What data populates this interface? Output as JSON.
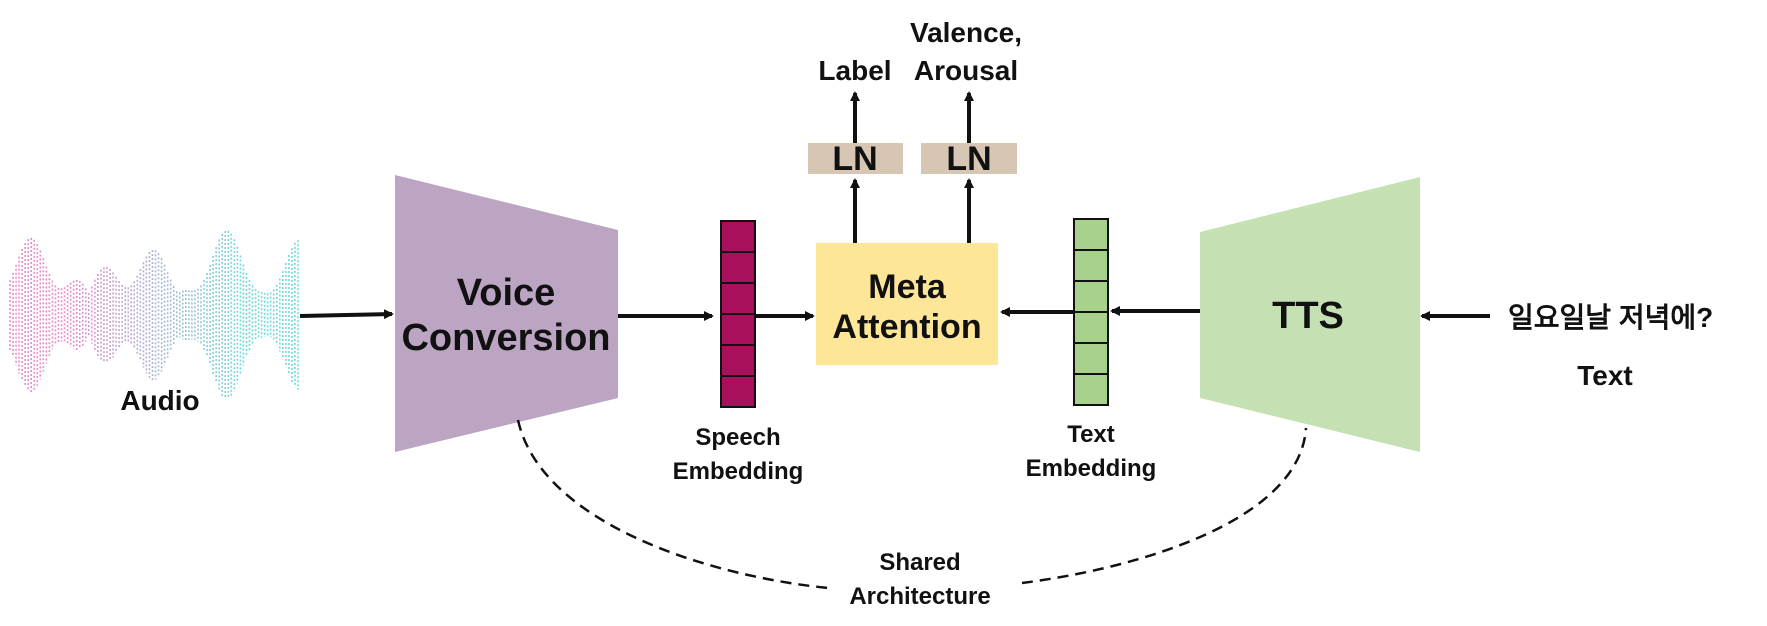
{
  "colors": {
    "voice_conversion": "#bba5c3",
    "tts": "#c5e1b4",
    "meta_attention": "#fee699",
    "ln": "#d8c6b5",
    "speech_embedding": "#a8105b",
    "text_embedding": "#a8d18c",
    "arrow": "#111111",
    "wave_pink": "#e070c0",
    "wave_cyan": "#50d0d0"
  },
  "labels": {
    "audio": "Audio",
    "voice_conversion_line1": "Voice",
    "voice_conversion_line2": "Conversion",
    "speech_embedding_line1": "Speech",
    "speech_embedding_line2": "Embedding",
    "meta_attention_line1": "Meta",
    "meta_attention_line2": "Attention",
    "ln_left": "LN",
    "ln_right": "LN",
    "output_label": "Label",
    "output_va_line1": "Valence,",
    "output_va_line2": "Arousal",
    "text_embedding_line1": "Text",
    "text_embedding_line2": "Embedding",
    "tts": "TTS",
    "input_text": "일요일날 저녁에?",
    "text": "Text",
    "shared_line1": "Shared",
    "shared_line2": "Architecture"
  },
  "icons": {
    "audio_waveform": "audio-waveform-icon"
  }
}
